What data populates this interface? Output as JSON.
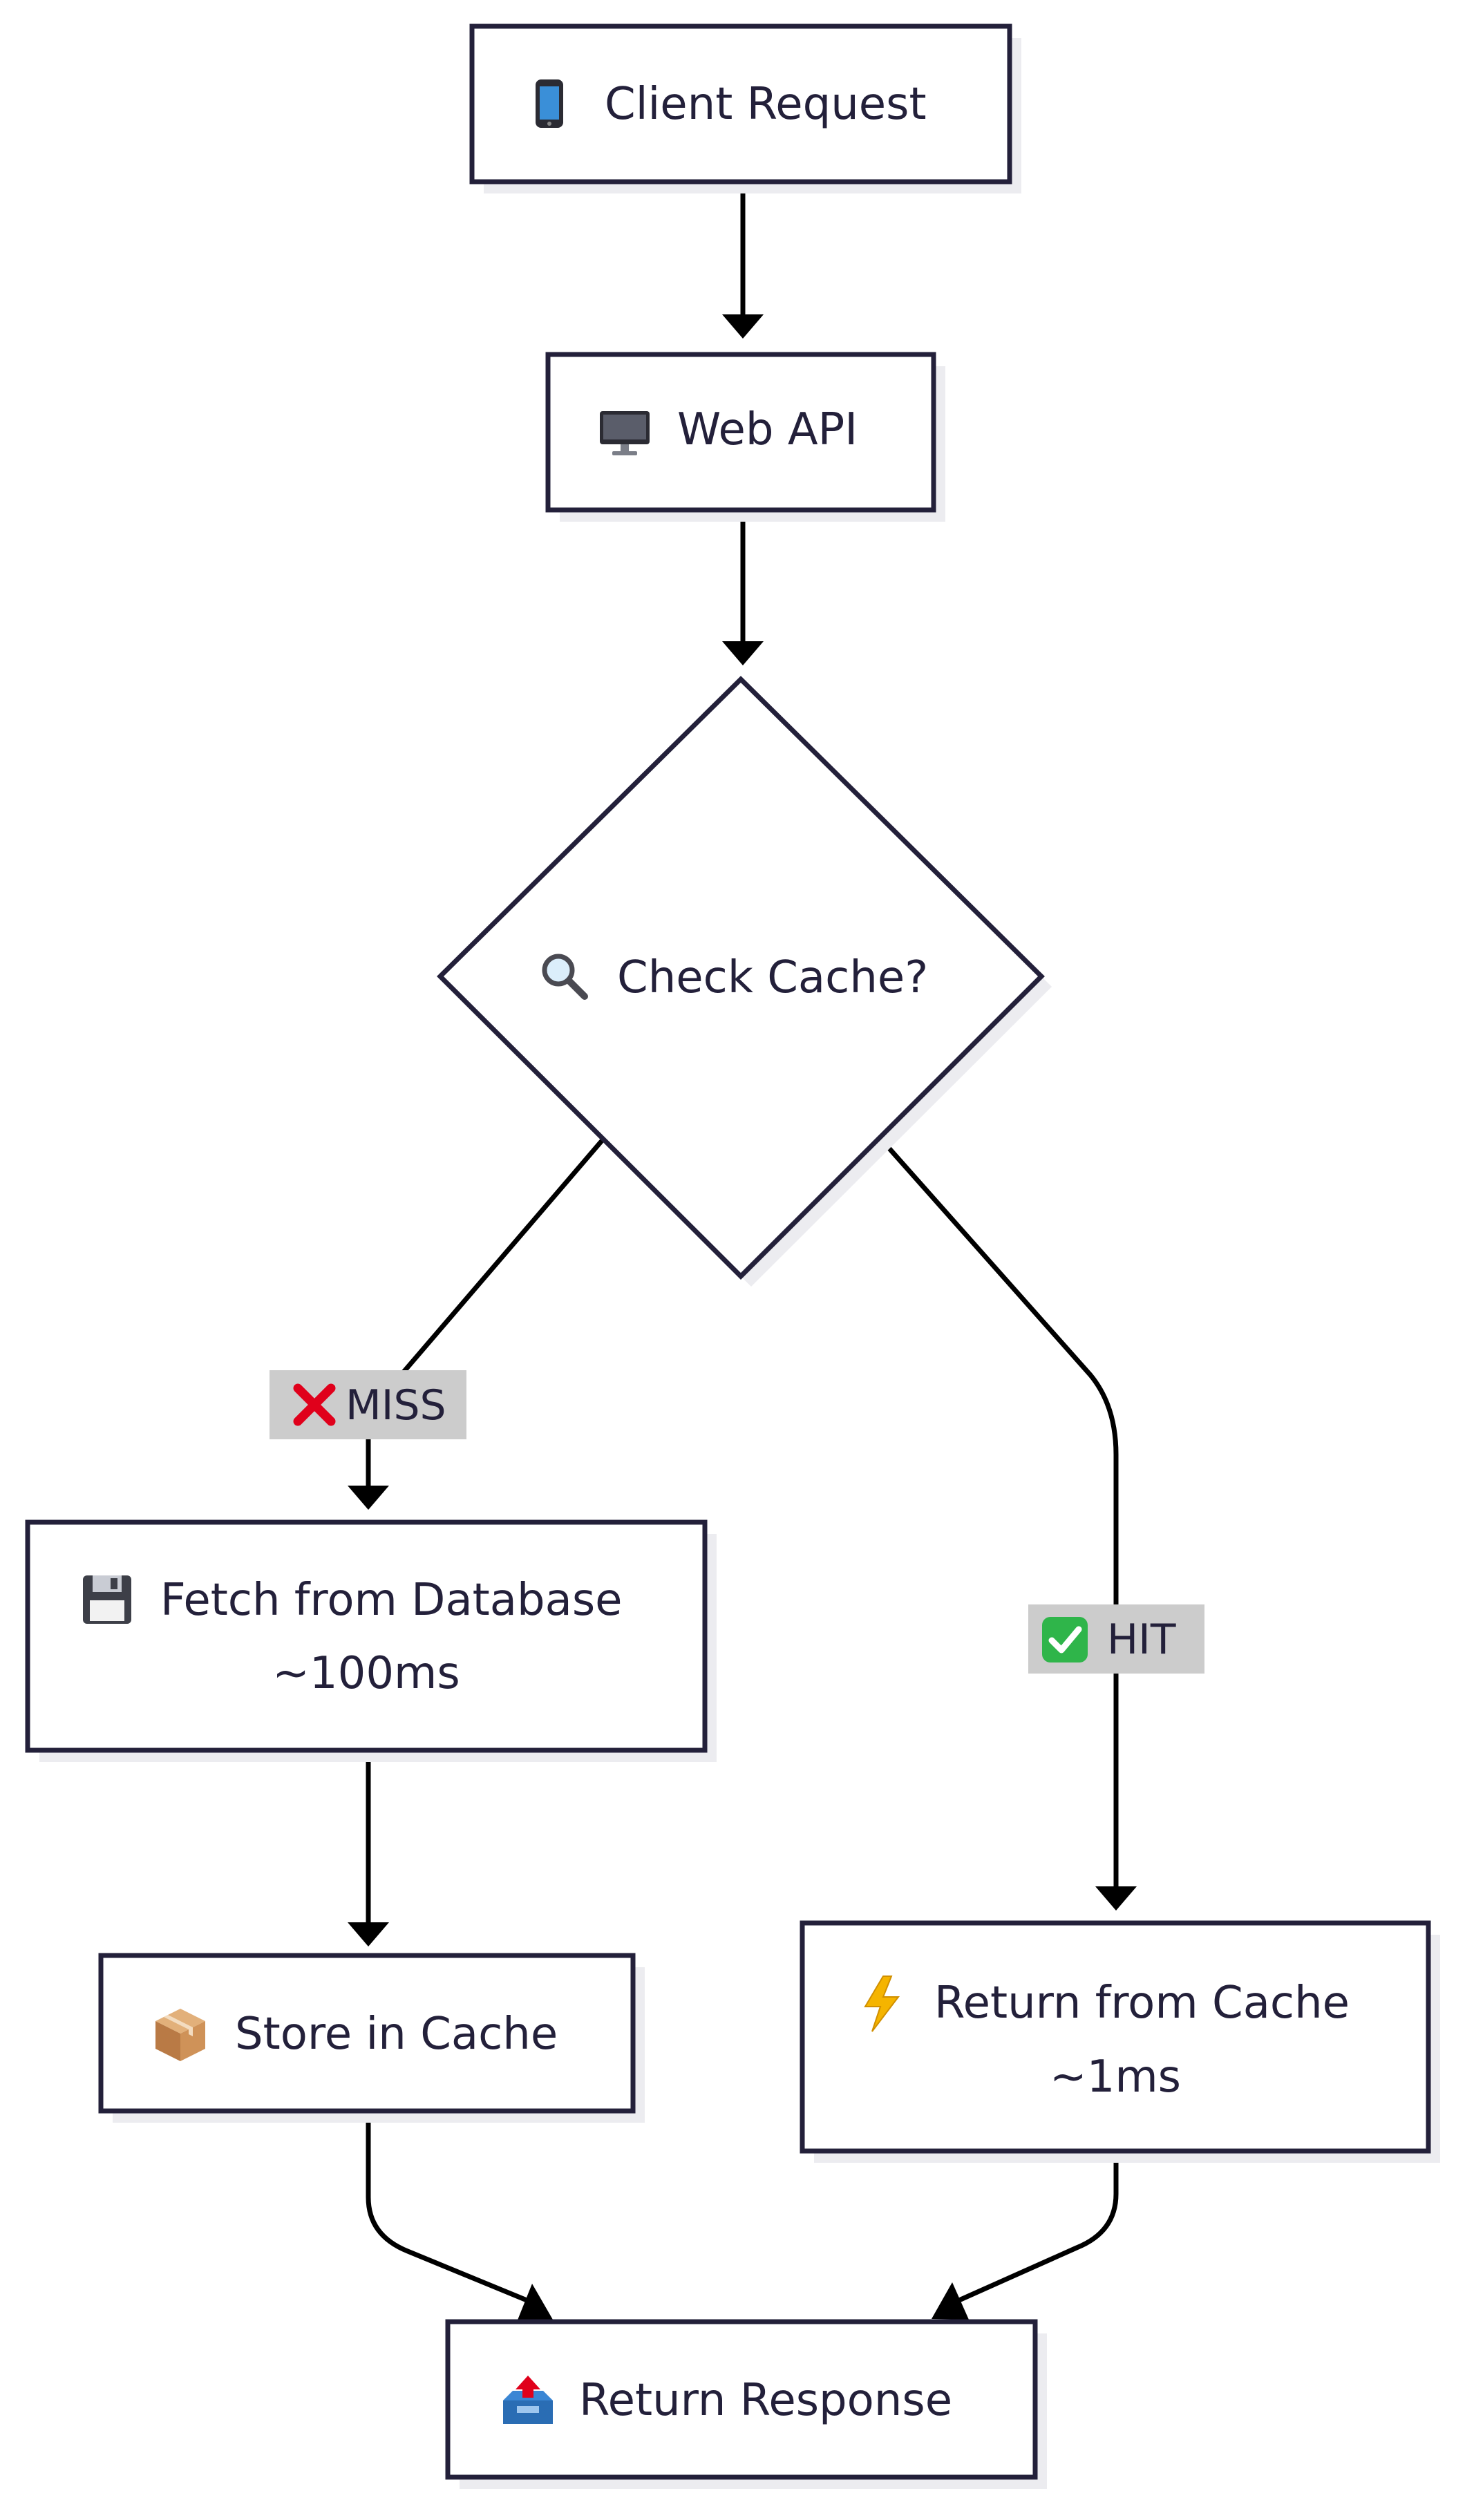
{
  "nodes": {
    "client_request": {
      "icon": "📱",
      "label": "Client Request"
    },
    "web_api": {
      "icon": "🖥️",
      "label": "Web API"
    },
    "check_cache": {
      "icon": "🔍",
      "label": "Check Cache?"
    },
    "fetch_db": {
      "icon": "💾",
      "label": "Fetch from Database",
      "sublabel": "~100ms"
    },
    "store_cache": {
      "icon": "📦",
      "label": "Store in Cache"
    },
    "return_cache": {
      "icon": "⚡",
      "label": "Return from Cache",
      "sublabel": "~1ms"
    },
    "return_response": {
      "icon": "📤",
      "label": "Return Response"
    }
  },
  "edges": {
    "miss": {
      "icon": "❌",
      "label": "MISS"
    },
    "hit": {
      "icon": "✅",
      "label": "HIT"
    }
  },
  "colors": {
    "node_stroke": "#23203a",
    "edge_stroke": "#000000",
    "label_background": "#cccccc",
    "miss_icon": "#e0001b",
    "hit_icon": "#2fb54a",
    "bolt_icon": "#f5b400"
  }
}
